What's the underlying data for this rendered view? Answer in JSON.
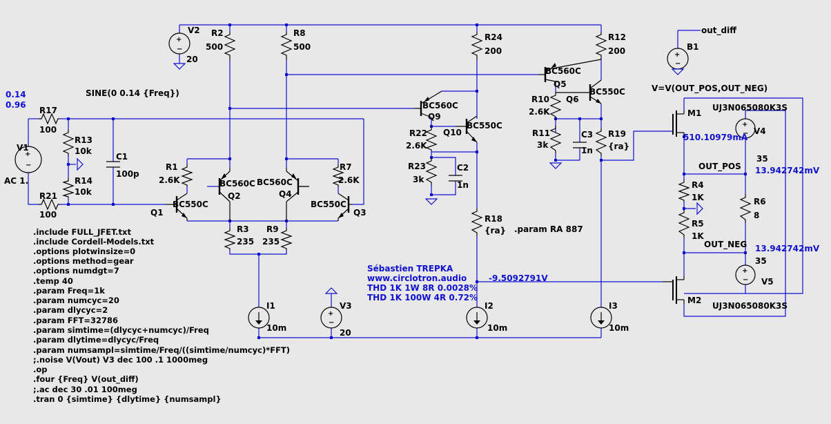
{
  "components": {
    "V1": {
      "name": "V1",
      "value": "AC 1.",
      "ac_mag": "0.14",
      "ac_phase": "0.96"
    },
    "V2": {
      "name": "V2",
      "value": "20"
    },
    "V3": {
      "name": "V3",
      "value": "20"
    },
    "V4": {
      "name": "V4",
      "value": "35"
    },
    "V5": {
      "name": "V5",
      "value": "35"
    },
    "B1": {
      "name": "B1",
      "expr": "V=V(OUT_POS,OUT_NEG)"
    },
    "sine": "SINE(0 0.14 {Freq})",
    "R1": {
      "name": "R1",
      "value": "2.6K"
    },
    "R2": {
      "name": "R2",
      "value": "500"
    },
    "R3": {
      "name": "R3",
      "value": "235"
    },
    "R4": {
      "name": "R4",
      "value": "1K"
    },
    "R5": {
      "name": "R5",
      "value": "1K"
    },
    "R6": {
      "name": "R6",
      "value": "8"
    },
    "R7": {
      "name": "R7",
      "value": "2.6K"
    },
    "R8": {
      "name": "R8",
      "value": "500"
    },
    "R9": {
      "name": "R9",
      "value": "235"
    },
    "R10": {
      "name": "R10",
      "value": "2.6K"
    },
    "R11": {
      "name": "R11",
      "value": "3k"
    },
    "R12": {
      "name": "R12",
      "value": "200"
    },
    "R13": {
      "name": "R13",
      "value": "10k"
    },
    "R14": {
      "name": "R14",
      "value": "10k"
    },
    "R17": {
      "name": "R17",
      "value": "100"
    },
    "R18": {
      "name": "R18",
      "value": "{ra}"
    },
    "R19": {
      "name": "R19",
      "value": "{ra}"
    },
    "R21": {
      "name": "R21",
      "value": "100"
    },
    "R22": {
      "name": "R22",
      "value": "2.6K"
    },
    "R23": {
      "name": "R23",
      "value": "3k"
    },
    "R24": {
      "name": "R24",
      "value": "200"
    },
    "C1": {
      "name": "C1",
      "value": "100p"
    },
    "C2": {
      "name": "C2",
      "value": "1n"
    },
    "C3": {
      "name": "C3",
      "value": "1n"
    },
    "I1": {
      "name": "I1",
      "value": "10m"
    },
    "I2": {
      "name": "I2",
      "value": "10m"
    },
    "I3": {
      "name": "I3",
      "value": "10m"
    },
    "Q1": {
      "name": "Q1",
      "model": "BC550C"
    },
    "Q2": {
      "name": "Q2",
      "model": "BC560C"
    },
    "Q3": {
      "name": "Q3",
      "model": "BC550C"
    },
    "Q4": {
      "name": "Q4",
      "model": "BC560C"
    },
    "Q5": {
      "name": "Q5",
      "model": "BC560C"
    },
    "Q6": {
      "name": "Q6",
      "model": "BC550C"
    },
    "Q9": {
      "name": "Q9",
      "model": "BC560C"
    },
    "Q10": {
      "name": "Q10",
      "model": "BC550C"
    },
    "M1": {
      "name": "M1",
      "model": "UJ3N065080K3S"
    },
    "M2": {
      "name": "M2",
      "model": "UJ3N065080K3S"
    }
  },
  "nets": {
    "out_diff": "out_diff",
    "out_pos": "OUT_POS",
    "out_neg": "OUT_NEG"
  },
  "probes": {
    "m1_current": "510.10979mA",
    "out_pos_v": "13.942742mV",
    "out_neg_v": "13.942742mV",
    "gate_v": "-9.5092791V"
  },
  "param_ra": ".param RA 887",
  "credits": [
    "Sébastien TREPKA",
    "www.circlotron.audio",
    "THD 1K 1W 8R 0.0028%",
    "THD 1K 100W 4R 0.72%"
  ],
  "directives": [
    ".include FULL_JFET.txt",
    ".include Cordell-Models.txt",
    ".options plotwinsize=0",
    ".options method=gear",
    ".options numdgt=7",
    ".temp 40",
    ".param Freq=1k",
    ".param numcyc=20",
    ".param dlycyc=2",
    ".param FFT=32786",
    ".param simtime=(dlycyc+numcyc)/Freq",
    ".param dlytime=dlycyc/Freq",
    ".param numsampl=simtime/Freq/((simtime/numcyc)*FFT)",
    ";.noise V(Vout) V3 dec 100 .1 1000meg",
    ".op",
    ".four {Freq} V(out_diff)",
    ";.ac dec 30 .01 100meg",
    ".tran 0 {simtime} {dlytime} {numsampl}"
  ]
}
